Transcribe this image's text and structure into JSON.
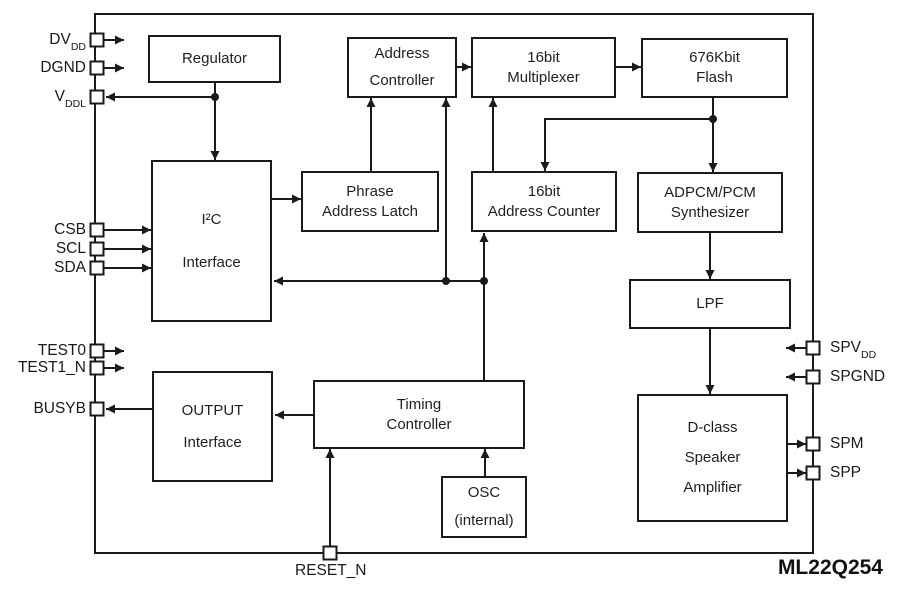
{
  "part_number": "ML22Q254",
  "colors": {
    "line": "#1a1a1a",
    "background": "#ffffff",
    "block_fill": "#ffffff"
  },
  "blocks": {
    "regulator": {
      "lines": [
        "Regulator"
      ]
    },
    "address_controller": {
      "lines": [
        "Address",
        "Controller"
      ]
    },
    "multiplexer_16bit": {
      "lines": [
        "16bit",
        "Multiplexer"
      ]
    },
    "flash_676kbit": {
      "lines": [
        "676Kbit",
        "Flash"
      ]
    },
    "i2c_interface": {
      "lines": [
        "I²C",
        "Interface"
      ]
    },
    "phrase_address_latch": {
      "lines": [
        "Phrase",
        "Address Latch"
      ]
    },
    "address_counter_16bit": {
      "lines": [
        "16bit",
        "Address Counter"
      ]
    },
    "adpcm_synthesizer": {
      "lines": [
        "ADPCM/PCM",
        "Synthesizer"
      ]
    },
    "lpf": {
      "lines": [
        "LPF"
      ]
    },
    "output_interface": {
      "lines": [
        "OUTPUT",
        "Interface"
      ]
    },
    "timing_controller": {
      "lines": [
        "Timing",
        "Controller"
      ]
    },
    "osc_internal": {
      "lines": [
        "OSC",
        "(internal)"
      ]
    },
    "dclass_amplifier": {
      "lines": [
        "D-class",
        "Speaker",
        "Amplifier"
      ]
    }
  },
  "pins": {
    "dvdd": {
      "main": "DV",
      "sub": "DD"
    },
    "dgnd": {
      "main": "DGND"
    },
    "vddl": {
      "main": "V",
      "sub": "DDL"
    },
    "csb": {
      "main": "CSB"
    },
    "scl": {
      "main": "SCL"
    },
    "sda": {
      "main": "SDA"
    },
    "test0": {
      "main": "TEST0"
    },
    "test1_n": {
      "main": "TEST1_N"
    },
    "busyb": {
      "main": "BUSYB"
    },
    "reset_n": {
      "main": "RESET_N"
    },
    "spvdd": {
      "main": "SPV",
      "sub": "DD"
    },
    "spgnd": {
      "main": "SPGND"
    },
    "spm": {
      "main": "SPM"
    },
    "spp": {
      "main": "SPP"
    }
  }
}
